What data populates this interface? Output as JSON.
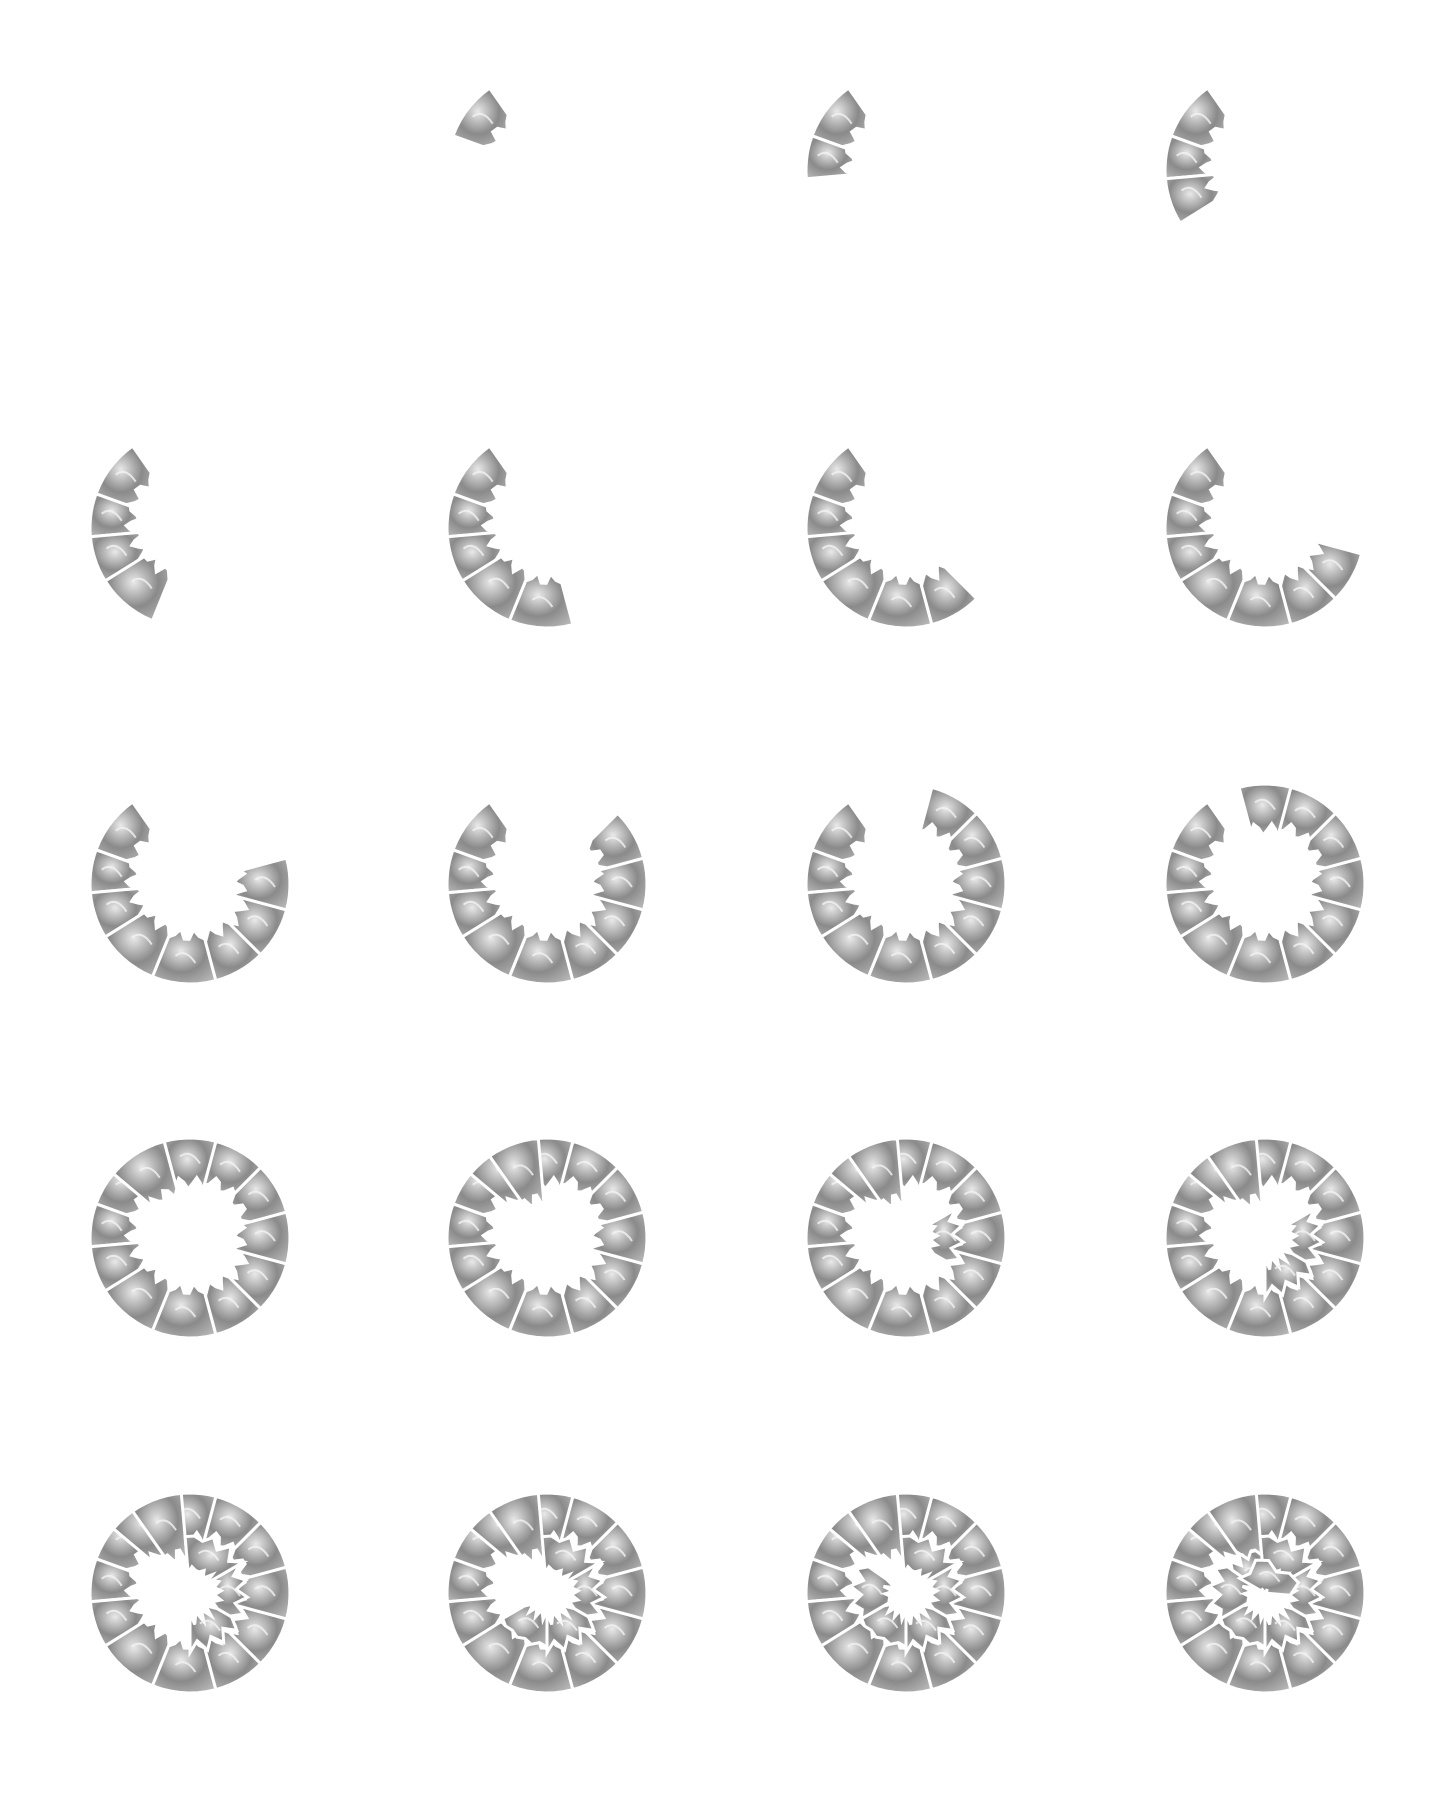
{
  "sprite_sheet": {
    "columns": 4,
    "rows": 5,
    "frame_count": 20,
    "background_color": "#ffffff",
    "fragment_fill": "#8a8a8a",
    "fragment_highlight": "#e9e9e9",
    "crack_color": "#ffffff",
    "fragment_total": 20,
    "frames": [
      {
        "visible_fragments": 0
      },
      {
        "visible_fragments": 1
      },
      {
        "visible_fragments": 2
      },
      {
        "visible_fragments": 3
      },
      {
        "visible_fragments": 4
      },
      {
        "visible_fragments": 5
      },
      {
        "visible_fragments": 6
      },
      {
        "visible_fragments": 7
      },
      {
        "visible_fragments": 8
      },
      {
        "visible_fragments": 9
      },
      {
        "visible_fragments": 10
      },
      {
        "visible_fragments": 11
      },
      {
        "visible_fragments": 12
      },
      {
        "visible_fragments": 13
      },
      {
        "visible_fragments": 14
      },
      {
        "visible_fragments": 15
      },
      {
        "visible_fragments": 16
      },
      {
        "visible_fragments": 17
      },
      {
        "visible_fragments": 18
      },
      {
        "visible_fragments": 20
      }
    ]
  }
}
